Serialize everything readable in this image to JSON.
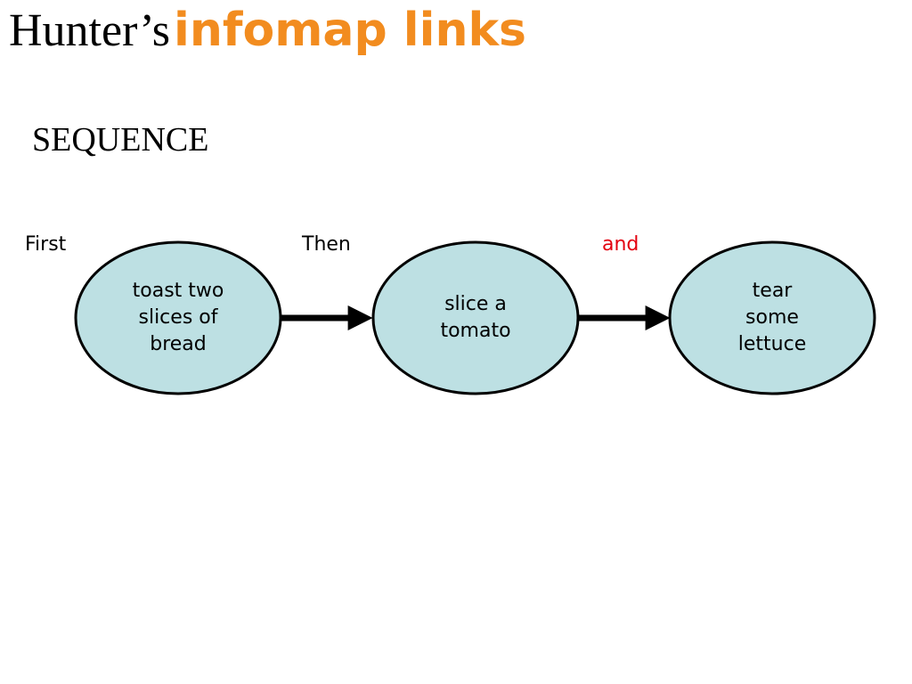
{
  "title": {
    "part1": "Hunter’s",
    "part2": "infomap links"
  },
  "subtitle": "SEQUENCE",
  "labels": {
    "first": "First",
    "then": "Then",
    "and": "and"
  },
  "nodes": [
    {
      "text": "toast two slices of bread"
    },
    {
      "text": "slice a tomato"
    },
    {
      "text": "tear some lettuce"
    }
  ],
  "colors": {
    "title_accent": "#f28c1f",
    "and_label": "#e3000f",
    "node_fill": "#bde0e3",
    "node_stroke": "#000000",
    "arrow": "#000000"
  }
}
